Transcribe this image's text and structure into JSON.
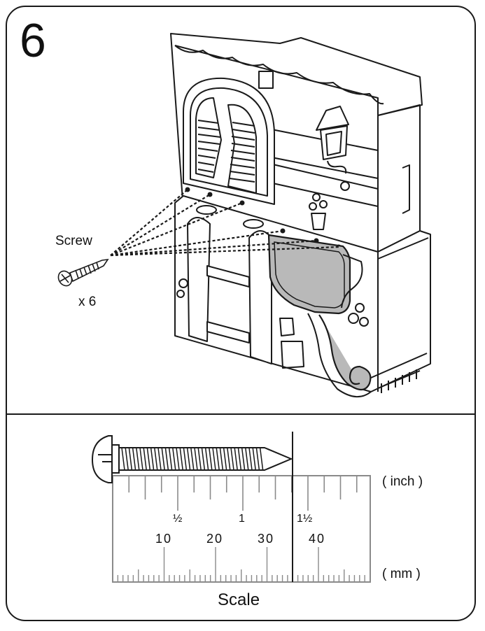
{
  "step_number": "6",
  "hardware": {
    "part_label": "Screw",
    "quantity": "x 6"
  },
  "scale": {
    "title": "Scale",
    "inch_unit": "( inch )",
    "mm_unit": "( mm )",
    "inch_labels": [
      "½",
      "1",
      "1½"
    ],
    "mm_labels": [
      "10",
      "20",
      "30",
      "40"
    ]
  }
}
